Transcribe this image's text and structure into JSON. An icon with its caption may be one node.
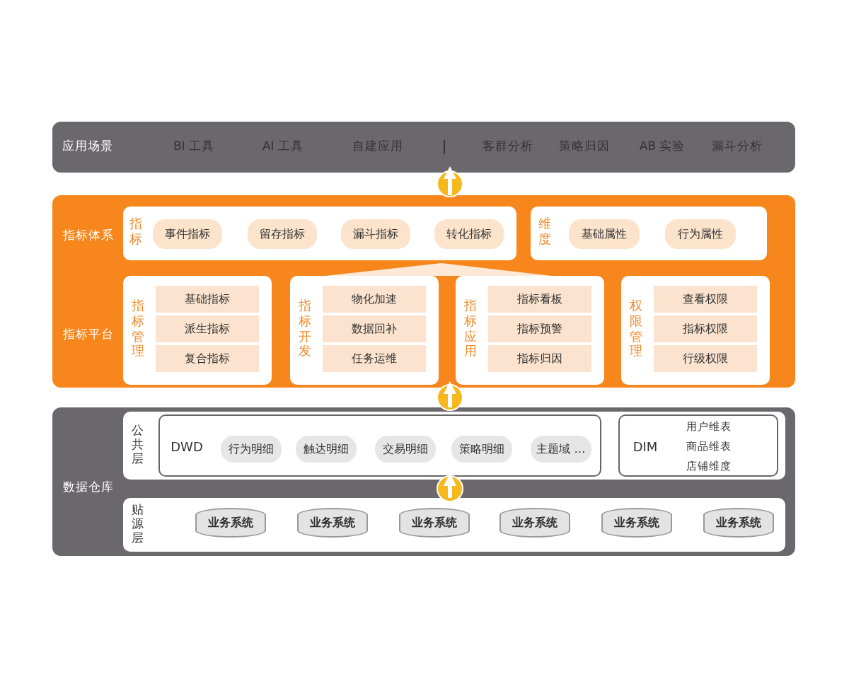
{
  "diagram": {
    "nodes": [
      {
        "text": [
          "应用场景"
        ]
      },
      {
        "text": [
          "指标体系",
          "指标平台"
        ]
      },
      {
        "text": [
          "指标"
        ],
        "in": 1
      },
      {
        "text": [
          "事件指标"
        ],
        "in": 2
      },
      {
        "text": [
          "留存指标"
        ],
        "in": 2
      },
      {
        "text": [
          "漏斗指标"
        ],
        "in": 2
      },
      {
        "text": [
          "转化指标"
        ],
        "in": 2
      },
      {
        "text": [
          "维度"
        ],
        "in": 1
      },
      {
        "text": [
          "基础属性"
        ],
        "in": 7
      },
      {
        "text": [
          "行为属性"
        ],
        "in": 7
      },
      {
        "text": [
          "指标管理"
        ],
        "in": 1
      },
      {
        "text": [
          "基础指标"
        ],
        "in": 10
      },
      {
        "text": [
          "派生指标"
        ],
        "in": 10
      },
      {
        "text": [
          "复合指标"
        ],
        "in": 10
      },
      {
        "text": [
          "指标开发"
        ],
        "in": 1
      },
      {
        "text": [
          "物化加速"
        ],
        "in": 14
      },
      {
        "text": [
          "数据回补"
        ],
        "in": 14
      },
      {
        "text": [
          "任务运维"
        ],
        "in": 14
      },
      {
        "text": [
          "指标应用"
        ],
        "in": 1
      },
      {
        "text": [
          "指标看板"
        ],
        "in": 18
      },
      {
        "text": [
          "指标预警"
        ],
        "in": 18
      },
      {
        "text": [
          "指标归因"
        ],
        "in": 18
      },
      {
        "text": [
          "权限管理"
        ],
        "in": 1
      },
      {
        "text": [
          "查看权限"
        ],
        "in": 22
      },
      {
        "text": [
          "指标权限"
        ],
        "in": 22
      },
      {
        "text": [
          "行级权限"
        ],
        "in": 22
      },
      {
        "text": [
          "数据仓库"
        ]
      },
      {
        "text": [
          "公共层"
        ],
        "in": 26
      },
      {
        "text": [
          "DWD"
        ],
        "in": 27
      },
      {
        "text": [
          "行为明细"
        ],
        "in": 28
      },
      {
        "text": [
          "触达明细"
        ],
        "in": 28
      },
      {
        "text": [
          "交易明细"
        ],
        "in": 28
      },
      {
        "text": [
          "策略明细"
        ],
        "in": 28
      },
      {
        "text": [
          "主题域 …"
        ],
        "in": 28
      },
      {
        "text": [
          "DIM",
          "用户维表",
          "商品维表",
          "店铺维度"
        ],
        "in": 27
      },
      {
        "text": [
          "贴源层"
        ],
        "in": 26
      },
      {
        "text": [
          "业务系统"
        ],
        "in": 35
      },
      {
        "text": [
          "业务系统"
        ],
        "in": 35
      },
      {
        "text": [
          "业务系统"
        ],
        "in": 35
      },
      {
        "text": [
          "业务系统"
        ],
        "in": 35
      },
      {
        "text": [
          "业务系统"
        ],
        "in": 35
      },
      {
        "text": [
          "业务系统"
        ],
        "in": 35
      }
    ],
    "edges": [
      {
        "from": 35,
        "to": 27,
        "arrow": "to"
      },
      {
        "from": 26,
        "to": 1,
        "arrow": "to"
      },
      {
        "from": 1,
        "to": 0,
        "arrow": "to"
      }
    ],
    "labels": [
      "BI 工具",
      "AI 工具",
      "自建应用",
      "客群分析",
      "策略归因",
      "AB 实验",
      "漏斗分析"
    ]
  }
}
